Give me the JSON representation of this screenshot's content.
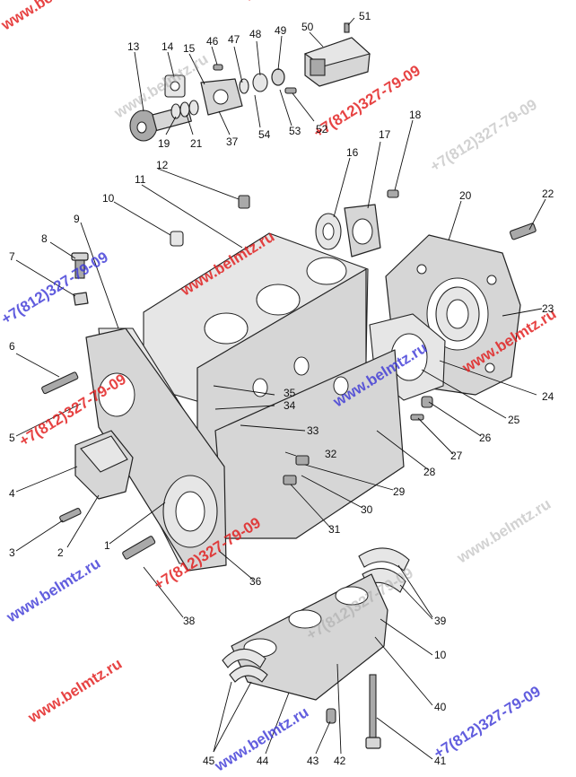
{
  "watermarks": {
    "site": "www.belmtz.ru",
    "phone": "+7(812)327-79-09"
  },
  "callouts": {
    "c1": "1",
    "c2": "2",
    "c3": "3",
    "c4": "4",
    "c5": "5",
    "c6": "6",
    "c7": "7",
    "c8": "8",
    "c9": "9",
    "c10": "10",
    "c10b": "10",
    "c11": "11",
    "c12": "12",
    "c13": "13",
    "c14": "14",
    "c15": "15",
    "c16": "16",
    "c17": "17",
    "c18": "18",
    "c19": "19",
    "c20": "20",
    "c21": "21",
    "c22": "22",
    "c23": "23",
    "c24": "24",
    "c25": "25",
    "c26": "26",
    "c27": "27",
    "c28": "28",
    "c29": "29",
    "c30": "30",
    "c31": "31",
    "c32": "32",
    "c33": "33",
    "c34": "34",
    "c35": "35",
    "c36": "36",
    "c37": "37",
    "c38": "38",
    "c39": "39",
    "c40": "40",
    "c41": "41",
    "c42": "42",
    "c43": "43",
    "c44": "44",
    "c45": "45",
    "c46": "46",
    "c47": "47",
    "c48": "48",
    "c49": "49",
    "c50": "50",
    "c51": "51",
    "c52": "52",
    "c53": "53",
    "c54": "54"
  }
}
